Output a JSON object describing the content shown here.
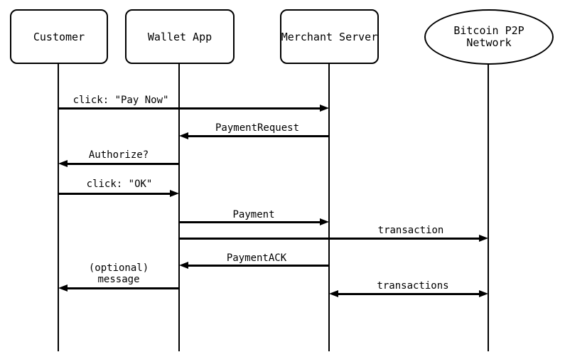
{
  "diagram": {
    "type": "sequence",
    "background_color": "#ffffff",
    "line_color": "#000000",
    "actors": [
      {
        "label": "Customer",
        "shape": "rounded-rect"
      },
      {
        "label": "Wallet App",
        "shape": "rounded-rect"
      },
      {
        "label": "Merchant Server",
        "shape": "rounded-rect"
      },
      {
        "label": "Bitcoin P2P Network",
        "shape": "ellipse",
        "label_lines": [
          "Bitcoin P2P",
          "Network"
        ]
      }
    ],
    "messages": [
      {
        "label": "click: \"Pay Now\"",
        "from": "Customer",
        "to": "Merchant Server",
        "arrow": "right"
      },
      {
        "label": "PaymentRequest",
        "from": "Merchant Server",
        "to": "Wallet App",
        "arrow": "left"
      },
      {
        "label": "Authorize?",
        "from": "Wallet App",
        "to": "Customer",
        "arrow": "left"
      },
      {
        "label": "click: \"OK\"",
        "from": "Customer",
        "to": "Wallet App",
        "arrow": "right"
      },
      {
        "label": "Payment",
        "from": "Wallet App",
        "to": "Merchant Server",
        "arrow": "right"
      },
      {
        "label": "transaction",
        "from": "Wallet App",
        "to": "Bitcoin P2P Network",
        "arrow": "right"
      },
      {
        "label": "PaymentACK",
        "from": "Merchant Server",
        "to": "Wallet App",
        "arrow": "left"
      },
      {
        "label": "(optional) message",
        "label_lines": [
          "(optional)",
          "message"
        ],
        "from": "Wallet App",
        "to": "Customer",
        "arrow": "left"
      },
      {
        "label": "transactions",
        "from": "Merchant Server",
        "to": "Bitcoin P2P Network",
        "arrow": "both"
      }
    ]
  }
}
